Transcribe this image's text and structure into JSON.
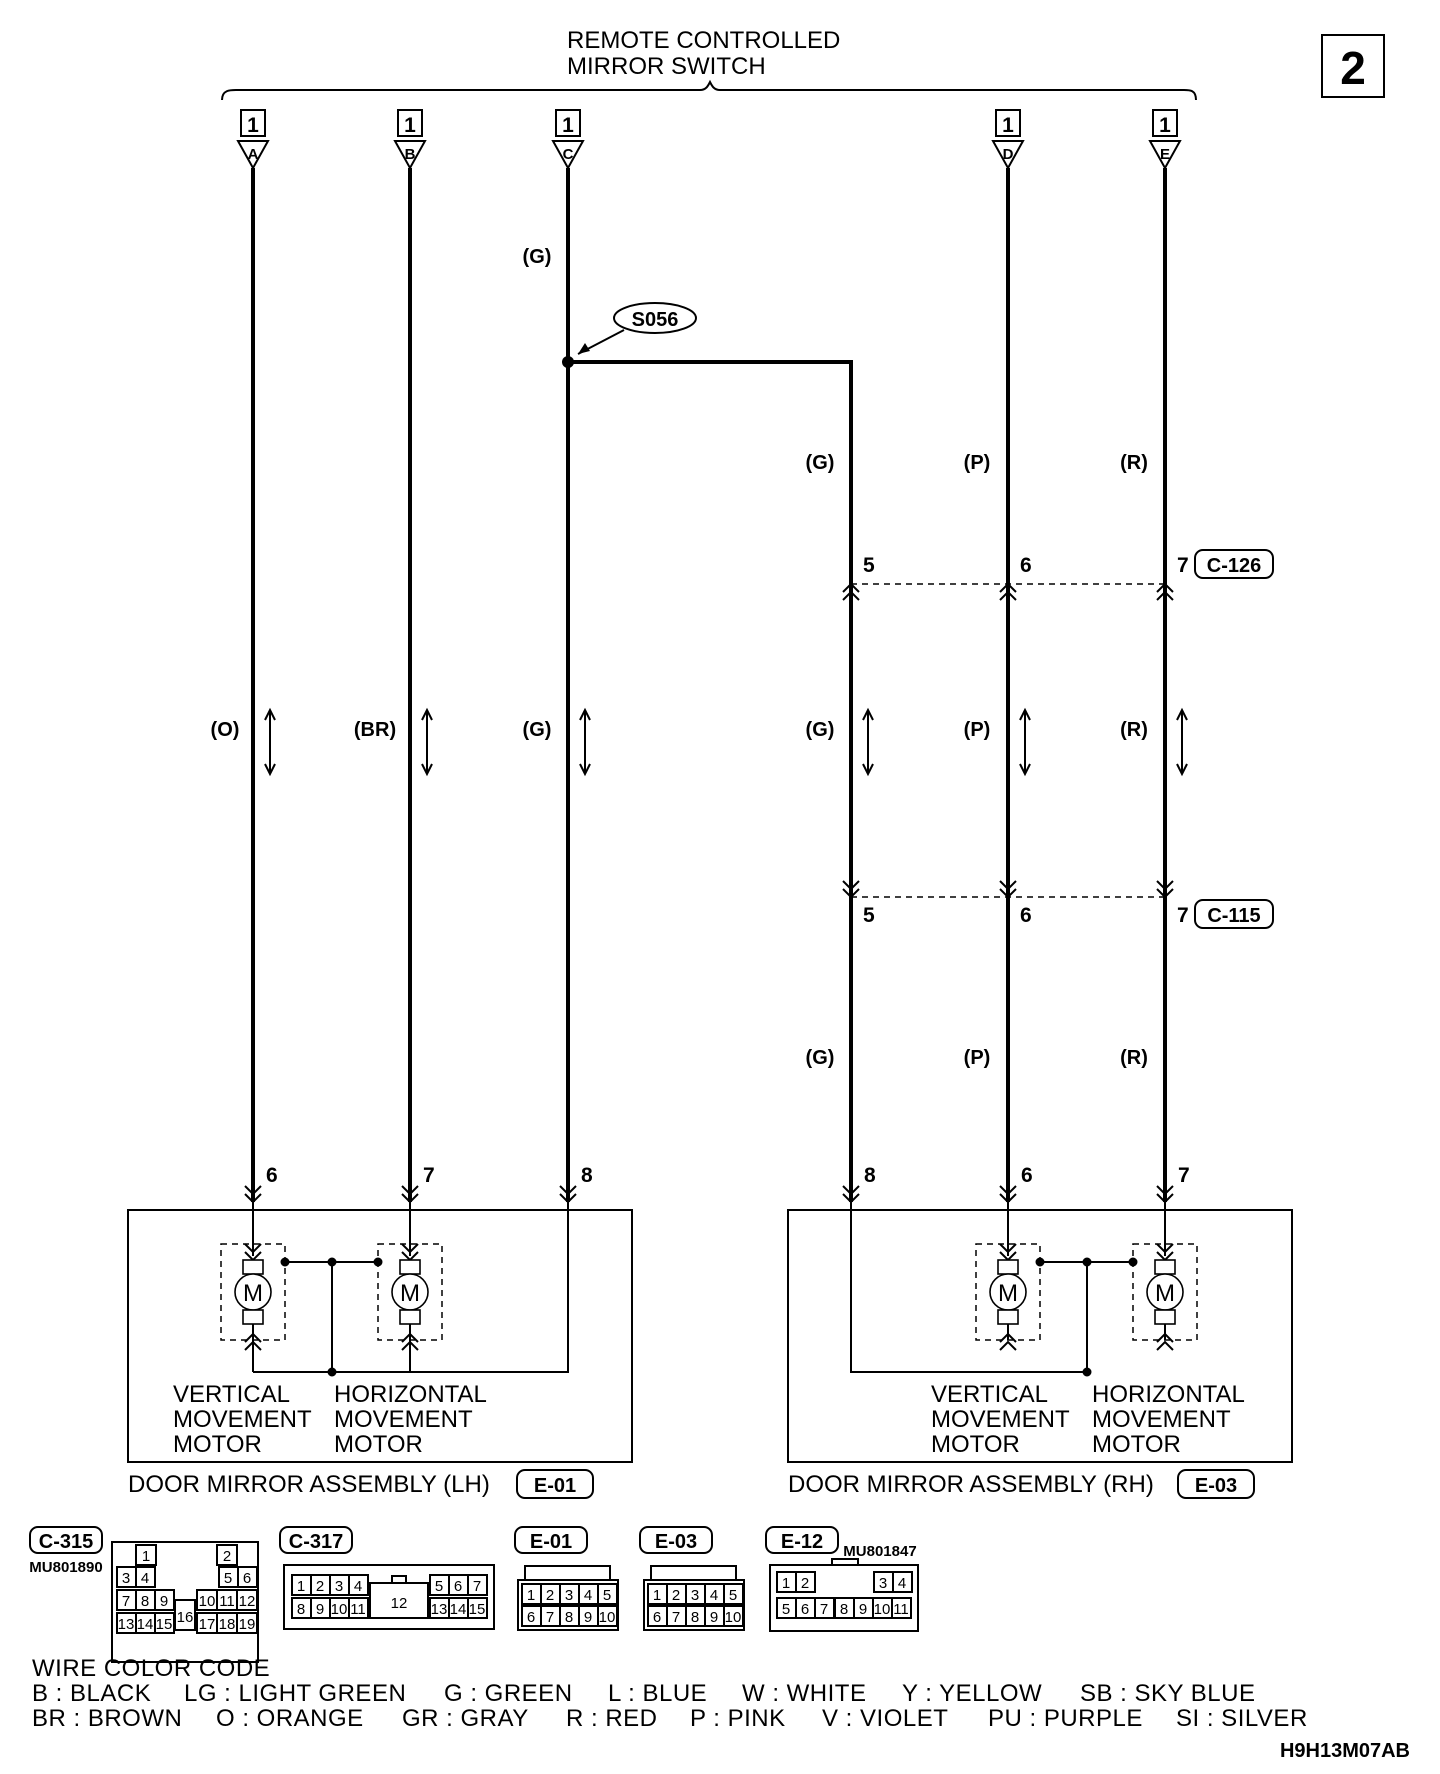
{
  "page_number": "2",
  "header": {
    "switch_line1": "REMOTE CONTROLLED",
    "switch_line2": "MIRROR SWITCH"
  },
  "terminals": [
    {
      "num": "1",
      "letter": "A"
    },
    {
      "num": "1",
      "letter": "B"
    },
    {
      "num": "1",
      "letter": "C"
    },
    {
      "num": "1",
      "letter": "D"
    },
    {
      "num": "1",
      "letter": "E"
    }
  ],
  "splice": "S056",
  "connectors": {
    "c126": {
      "label": "C-126",
      "pins": [
        "5",
        "6",
        "7"
      ]
    },
    "c115": {
      "label": "C-115",
      "pins": [
        "5",
        "6",
        "7"
      ]
    }
  },
  "wire_colors": {
    "top_c": "(G)",
    "upper_right": [
      "(G)",
      "(P)",
      "(R)"
    ],
    "middle": [
      "(O)",
      "(BR)",
      "(G)",
      "(G)",
      "(P)",
      "(R)"
    ],
    "lower_right": [
      "(G)",
      "(P)",
      "(R)"
    ]
  },
  "assembly_pins": {
    "lh": [
      "6",
      "7",
      "8"
    ],
    "rh": [
      "8",
      "6",
      "7"
    ]
  },
  "motor_symbol": "M",
  "assemblies": {
    "lh": {
      "name": "DOOR MIRROR ASSEMBLY (LH)",
      "code": "E-01",
      "vertical": [
        "VERTICAL",
        "MOVEMENT",
        "MOTOR"
      ],
      "horizontal": [
        "HORIZONTAL",
        "MOVEMENT",
        "MOTOR"
      ]
    },
    "rh": {
      "name": "DOOR MIRROR ASSEMBLY (RH)",
      "code": "E-03",
      "vertical": [
        "VERTICAL",
        "MOVEMENT",
        "MOTOR"
      ],
      "horizontal": [
        "HORIZONTAL",
        "MOVEMENT",
        "MOTOR"
      ]
    }
  },
  "connector_faces": {
    "c315": {
      "label": "C-315",
      "part": "MU801890",
      "pins": [
        "1",
        "2",
        "3",
        "4",
        "5",
        "6",
        "7",
        "8",
        "9",
        "10",
        "11",
        "12",
        "13",
        "14",
        "15",
        "16",
        "17",
        "18",
        "19"
      ]
    },
    "c317": {
      "label": "C-317",
      "pins": [
        "1",
        "2",
        "3",
        "4",
        "5",
        "6",
        "7",
        "8",
        "9",
        "10",
        "11",
        "12",
        "13",
        "14",
        "15"
      ]
    },
    "e01": {
      "label": "E-01",
      "pins": [
        "1",
        "2",
        "3",
        "4",
        "5",
        "6",
        "7",
        "8",
        "9",
        "10"
      ]
    },
    "e03": {
      "label": "E-03",
      "pins": [
        "1",
        "2",
        "3",
        "4",
        "5",
        "6",
        "7",
        "8",
        "9",
        "10"
      ]
    },
    "e12": {
      "label": "E-12",
      "part": "MU801847",
      "pins": [
        "1",
        "2",
        "3",
        "4",
        "5",
        "6",
        "7",
        "8",
        "9",
        "10",
        "11"
      ]
    }
  },
  "color_code": {
    "title": "WIRE COLOR CODE",
    "row1": [
      "B : BLACK",
      "LG : LIGHT GREEN",
      "G : GREEN",
      "L : BLUE",
      "W : WHITE",
      "Y : YELLOW",
      "SB : SKY BLUE"
    ],
    "row2": [
      "BR : BROWN",
      "O : ORANGE",
      "GR : GRAY",
      "R : RED",
      "P : PINK",
      "V : VIOLET",
      "PU : PURPLE",
      "SI : SILVER"
    ]
  },
  "figure_id": "H9H13M07AB"
}
